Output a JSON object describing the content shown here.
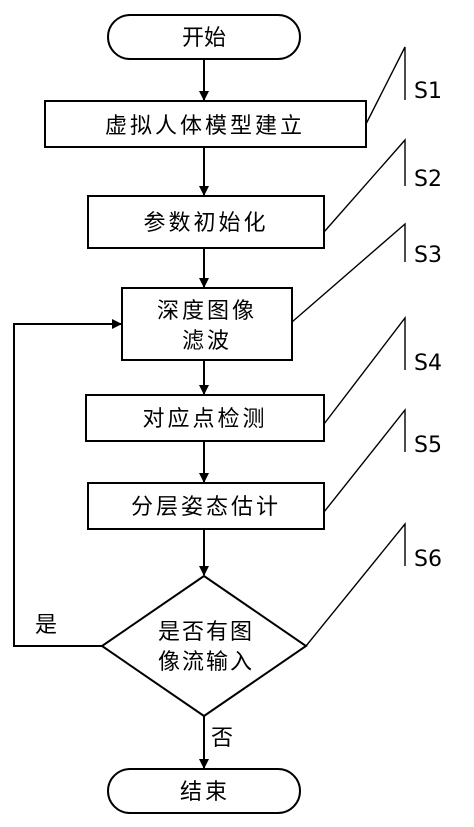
{
  "flowchart": {
    "start": "开始",
    "end": "结束",
    "steps": [
      {
        "id": "S1",
        "text": "虚拟人体模型建立"
      },
      {
        "id": "S2",
        "text": "参数初始化"
      },
      {
        "id": "S3",
        "line1": "深度图像",
        "line2": "滤波"
      },
      {
        "id": "S4",
        "text": "对应点检测"
      },
      {
        "id": "S5",
        "text": "分层姿态估计"
      }
    ],
    "decision": {
      "id": "S6",
      "line1": "是否有图",
      "line2": "像流输入"
    },
    "yes_label": "是",
    "no_label": "否"
  }
}
